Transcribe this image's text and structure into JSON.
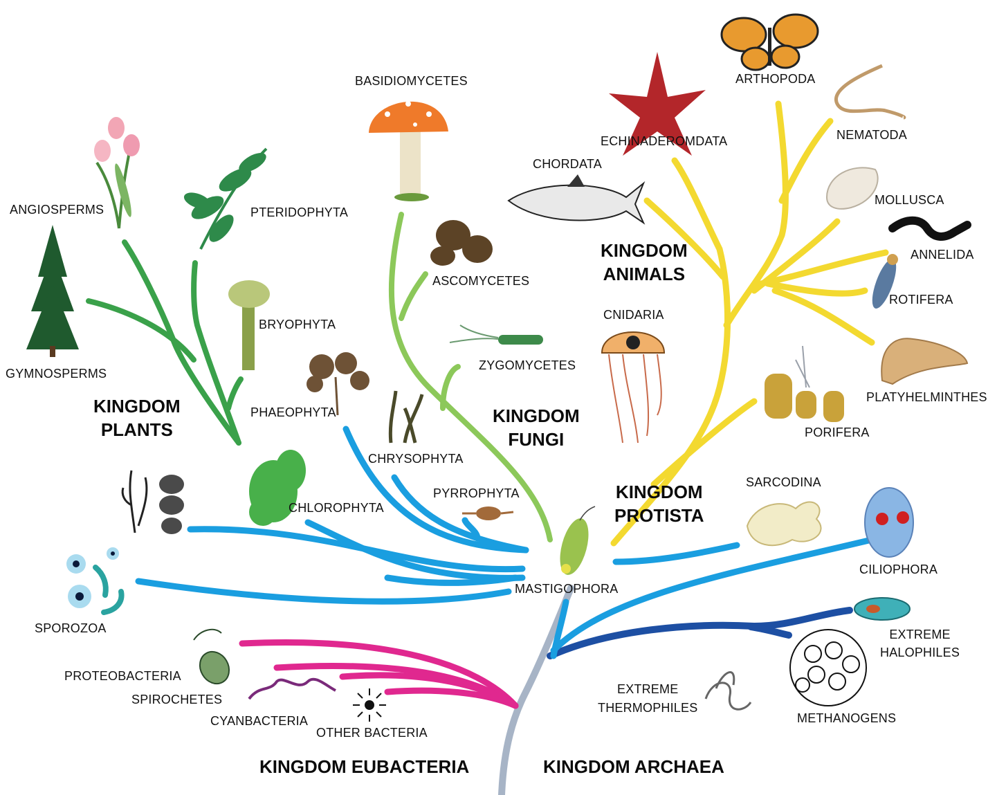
{
  "kingdoms": {
    "plants": [
      "KINGDOM",
      "PLANTS"
    ],
    "fungi": [
      "KINGDOM",
      "FUNGI"
    ],
    "animals": [
      "KINGDOM",
      "ANIMALS"
    ],
    "protista": [
      "KINGDOM",
      "PROTISTA"
    ],
    "eubacteria": "KINGDOM EUBACTERIA",
    "archaea": "KINGDOM ARCHAEA"
  },
  "labels": {
    "angiosperms": "ANGIOSPERMS",
    "pteridophyta": "PTERIDOPHYTA",
    "gymnosperms": "GYMNOSPERMS",
    "bryophyta": "BRYOPHYTA",
    "basidiomycetes": "BASIDIOMYCETES",
    "ascomycetes": "ASCOMYCETES",
    "zygomycetes": "ZYGOMYCETES",
    "phaeophyta": "PHAEOPHYTA",
    "chrysophyta": "CHRYSOPHYTA",
    "pyrrophyta": "PYRROPHYTA",
    "chlorophyta": "CHLOROPHYTA",
    "mastigophora": "MASTIGOPHORA",
    "sporozoa": "SPOROZOA",
    "echinoderomdata": "ECHINADEROMDATA",
    "arthopoda": "ARTHOPODA",
    "nematoda": "NEMATODA",
    "chordata": "CHORDATA",
    "mollusca": "MOLLUSCA",
    "annelida": "ANNELIDA",
    "rotifera": "ROTIFERA",
    "cnidaria": "CNIDARIA",
    "platyhelminthes": "PLATYHELMINTHES",
    "porifera": "PORIFERA",
    "sarcodina": "SARCODINA",
    "ciliophora": "CILIOPHORA",
    "extreme_halophiles": [
      "EXTREME",
      "HALOPHILES"
    ],
    "extreme_thermophiles": [
      "EXTREME",
      "THERMOPHILES"
    ],
    "methanogens": "METHANOGENS",
    "proteobacteria": "PROTEOBACTERIA",
    "spirochetes": "SPIROCHETES",
    "cyanbacteria": "CYANBACTERIA",
    "other_bacteria": "OTHER BACTERIA"
  },
  "colors": {
    "plants": "#3aa14a",
    "fungi": "#8cc85a",
    "animals": "#f3d930",
    "protista": "#1a9ee0",
    "eubacteria": "#e0288f",
    "archaea": "#1d4fa3",
    "trunk": "#a7b4c6"
  }
}
